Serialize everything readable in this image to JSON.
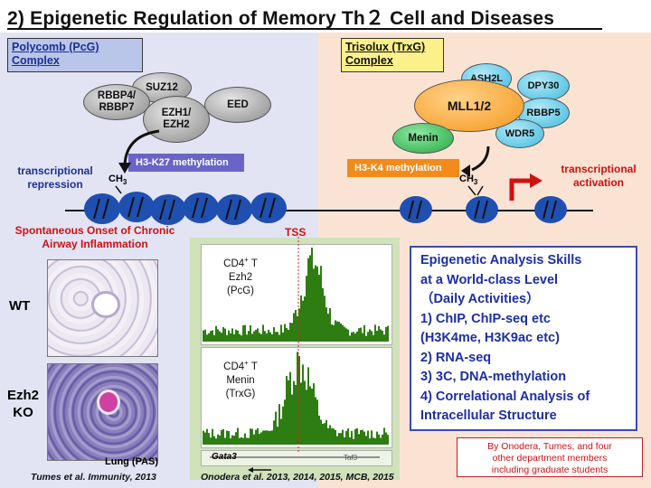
{
  "title": "2) Epigenetic Regulation of Memory Th２ Cell and Diseases",
  "pcg": {
    "label_line1": "Polycomb (PcG)",
    "label_line2": "Complex",
    "proteins": {
      "suz12": "SUZ12",
      "rbbp_a": "RBBP4/",
      "rbbp_b": "RBBP7",
      "ezh_a": "EZH1/",
      "ezh_b": "EZH2",
      "eed": "EED"
    },
    "methylation": "H3-K27 methylation",
    "effect_line1": "transcriptional",
    "effect_line2": "repression",
    "ch3": "CH",
    "ch3_sub": "3"
  },
  "trxg": {
    "label_line1": "Trisolux (TrxG)",
    "label_line2": "Complex",
    "proteins": {
      "ash2l": "ASH2L",
      "dpy30": "DPY30",
      "mll": "MLL1/2",
      "rbbp5": "RBBP5",
      "menin": "Menin",
      "wdr5": "WDR5"
    },
    "methylation": "H3-K4 methylation",
    "effect_line1": "transcriptional",
    "effect_line2": "activation",
    "ch3": "CH",
    "ch3_sub": "3"
  },
  "disease": {
    "heading_line1": "Spontaneous Onset of Chronic",
    "heading_line2": "Airway Inflammation",
    "wt": "WT",
    "ko_line1": "Ezh2",
    "ko_line2": "KO",
    "stain": "Lung (PAS)",
    "citation": "Tumes et al. Immunity, 2013"
  },
  "chip": {
    "tss": "TSS",
    "track1": {
      "line1": "CD4",
      "sup": "+",
      "line1b": " T",
      "line2": "Ezh2",
      "line3": "(PcG)"
    },
    "track2": {
      "line1": "CD4",
      "sup": "+",
      "line1b": " T",
      "line2": "Menin",
      "line3": "(TrxG)"
    },
    "gene": "Gata3",
    "gene2": "Taf3",
    "citation": "Onodera et al. 2013,  2014,  2015,  MCB, 2015"
  },
  "skills": {
    "lines": [
      "Epigenetic Analysis Skills",
      "at a World-class Level",
      "（Daily Activities）",
      "1)  ChIP, ChIP-seq etc",
      "     (H3K4me, H3K9ac  etc)",
      "2)  RNA-seq",
      "3)  3C, DNA-methylation",
      "4)  Correlational Analysis of",
      "     Intracellular Structure"
    ]
  },
  "credits": {
    "line1": "By Onodera, Tumes, and four",
    "line2": "other department members",
    "line3": "including graduate students"
  },
  "colors": {
    "pcg_bg": "#e2e4f4",
    "trxg_bg": "#fbe3d4",
    "nucleosome": "#1f4fb0",
    "mll": "#f7a21a",
    "menin": "#2fb54a",
    "chip_signal": "#2e7d12",
    "repression": "#1c2f96",
    "activation": "#d01010"
  }
}
